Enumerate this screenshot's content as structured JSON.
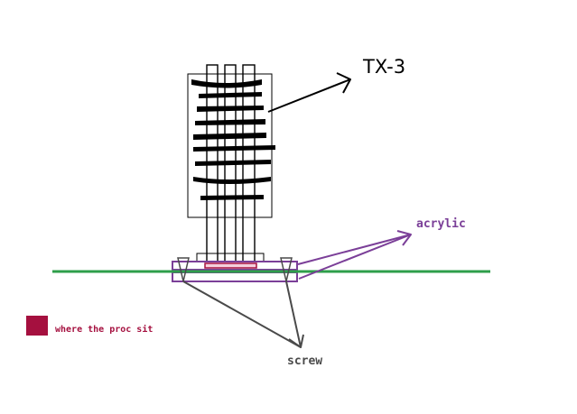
{
  "labels": {
    "heatsink": "TX-3",
    "acrylic": "acrylic",
    "screw": "screw",
    "proc_legend": "where the proc sit"
  },
  "colors": {
    "acrylic": "#7b3f98",
    "motherboard_line": "#2e9e4a",
    "proc": "#a5103f",
    "screw": "#4a4a4a",
    "ink": "#000000"
  }
}
